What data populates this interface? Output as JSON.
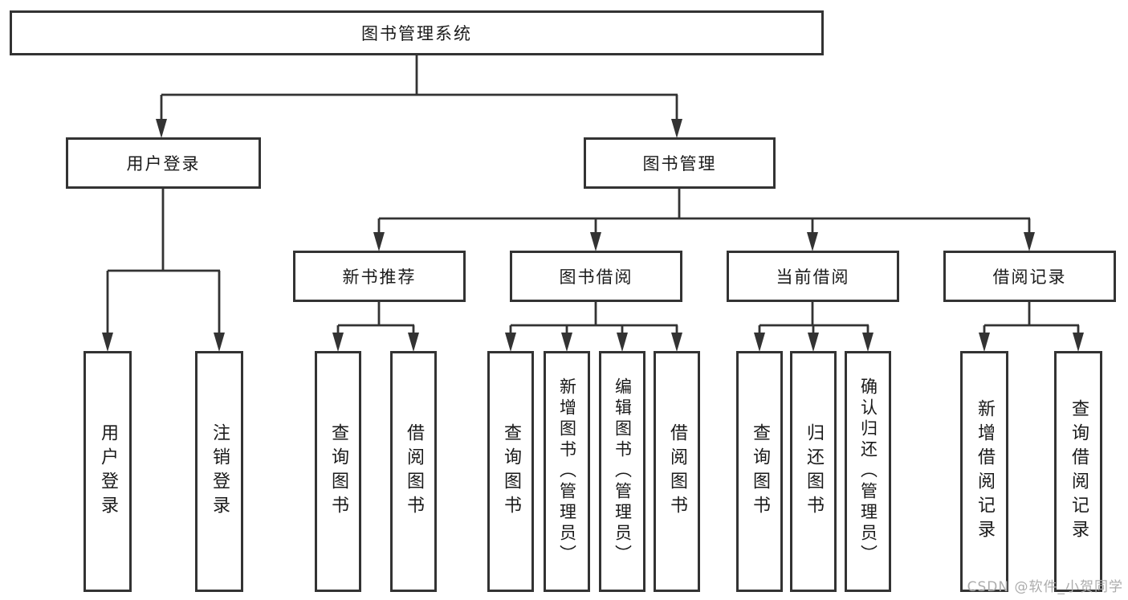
{
  "diagram_title": "图书管理系统",
  "tree": {
    "root": {
      "label": "图书管理系统",
      "children": [
        {
          "label": "用户登录",
          "children": [
            {
              "label": "用户登录"
            },
            {
              "label": "注销登录"
            }
          ]
        },
        {
          "label": "图书管理",
          "children": [
            {
              "label": "新书推荐",
              "children": [
                {
                  "label": "查询图书"
                },
                {
                  "label": "借阅图书"
                }
              ]
            },
            {
              "label": "图书借阅",
              "children": [
                {
                  "label": "查询图书"
                },
                {
                  "label": "新增图书（管理员）"
                },
                {
                  "label": "编辑图书（管理员）"
                },
                {
                  "label": "借阅图书"
                }
              ]
            },
            {
              "label": "当前借阅",
              "children": [
                {
                  "label": "查询图书"
                },
                {
                  "label": "归还图书"
                },
                {
                  "label": "确认归还（管理员）"
                }
              ]
            },
            {
              "label": "借阅记录",
              "children": [
                {
                  "label": "新增借阅记录"
                },
                {
                  "label": "查询借阅记录"
                }
              ]
            }
          ]
        }
      ]
    }
  },
  "watermark": "CSDN @软件_小贺同学",
  "colors": {
    "line": "#333333",
    "border": "#333333",
    "text": "#1a1a1a",
    "watermark": "#acacac",
    "background": "#ffffff"
  }
}
